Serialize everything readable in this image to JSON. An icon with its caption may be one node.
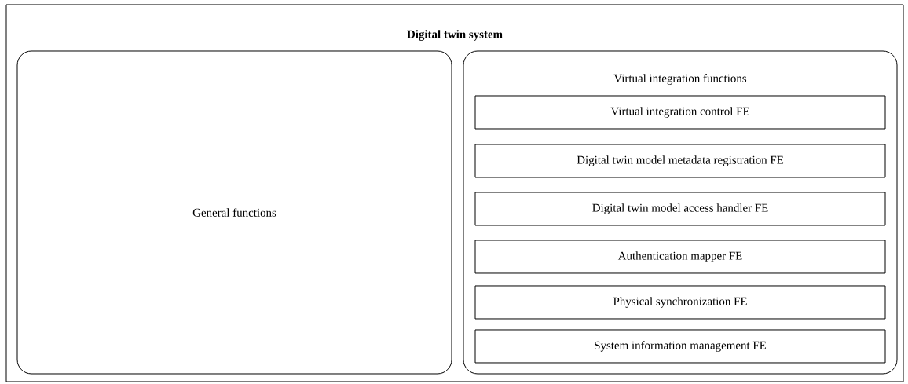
{
  "diagram": {
    "nodes": [
      {
        "text": [
          "Digital twin system"
        ]
      },
      {
        "text": [
          "General functions"
        ],
        "in": 0
      },
      {
        "text": [
          "Virtual integration functions"
        ],
        "in": 0
      },
      {
        "text": [
          "Virtual integration control FE"
        ],
        "in": 2
      },
      {
        "text": [
          "Digital twin model metadata registration FE"
        ],
        "in": 2
      },
      {
        "text": [
          "Digital twin model access handler FE"
        ],
        "in": 2
      },
      {
        "text": [
          "Authentication mapper FE"
        ],
        "in": 2
      },
      {
        "text": [
          "Physical synchronization FE"
        ],
        "in": 2
      },
      {
        "text": [
          "System information management FE"
        ],
        "in": 2
      }
    ]
  }
}
